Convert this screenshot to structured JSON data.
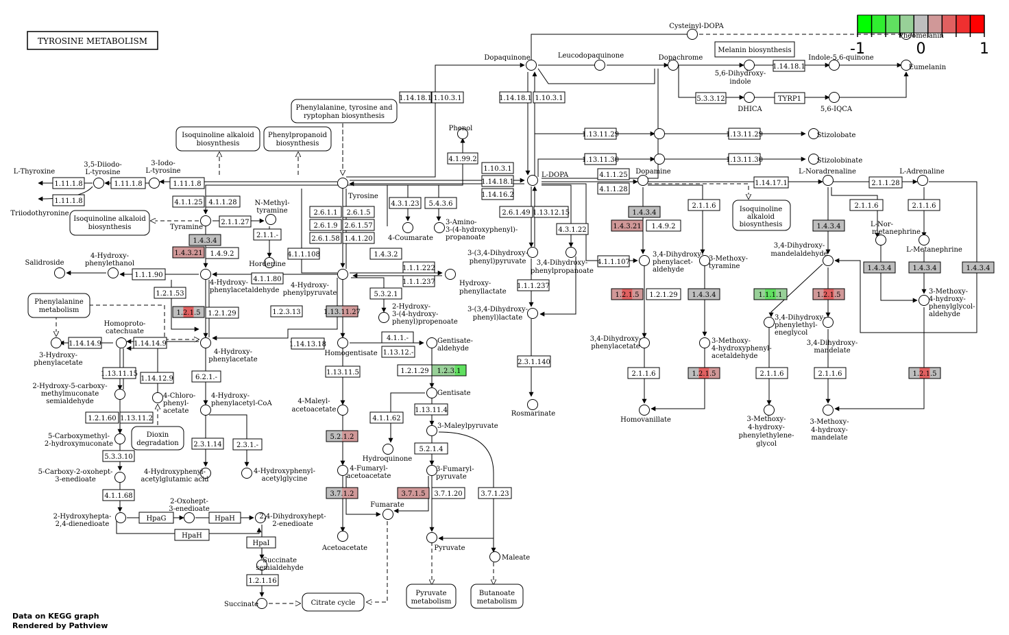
{
  "title": "TYROSINE METABOLISM",
  "footer": [
    "Data on KEGG graph",
    "Rendered by Pathview"
  ],
  "legend": {
    "labels": [
      "-1",
      "0",
      "1"
    ],
    "colors": [
      "#00ff00",
      "#30ee30",
      "#60e060",
      "#98d098",
      "#bebebe",
      "#d09898",
      "#e06060",
      "#ef3030",
      "#ff0000"
    ]
  },
  "compounds": [
    {
      "label": "Cysteinyl-DOPA"
    },
    {
      "label": "Pheomelanin"
    },
    {
      "label": "Dopaquinone"
    },
    {
      "label": "Leucodopaquinone"
    },
    {
      "label": "Dopachrome"
    },
    {
      "label": "Indole-5,6-quinone"
    },
    {
      "label": "Eumelanin"
    },
    {
      "label": "5,6-Dihydroxy-"
    },
    {
      "label": "indole"
    },
    {
      "label": "DHICA"
    },
    {
      "label": "5,6-IQCA"
    },
    {
      "label": "Phenol"
    },
    {
      "label": "Stizolobate"
    },
    {
      "label": "Stizolobinate"
    },
    {
      "label": "L-DOPA"
    },
    {
      "label": "Dopamine"
    },
    {
      "label": "L-Noradrenaline"
    },
    {
      "label": "L-Adrenaline"
    },
    {
      "label": "L-Thyroxine"
    },
    {
      "label": "3,5-Diiodo-"
    },
    {
      "label": "L-tyrosine"
    },
    {
      "label": "3-Iodo-"
    },
    {
      "label": "L-tyrosine"
    },
    {
      "label": "Tyrosine"
    },
    {
      "label": "Triiodothyronine"
    },
    {
      "label": "N-Methyl-"
    },
    {
      "label": "tyramine"
    },
    {
      "label": "Tyramine"
    },
    {
      "label": "Hordenine"
    },
    {
      "label": "4-Coumarate"
    },
    {
      "label": "3-Amino-"
    },
    {
      "label": "3-(4-hydroxyphenyl)-"
    },
    {
      "label": "propanoate"
    },
    {
      "label": "Salidroside"
    },
    {
      "label": "4-Hydroxy-"
    },
    {
      "label": "phenylethanol"
    },
    {
      "label": "4-Hydroxy-"
    },
    {
      "label": "phenylacetaldehyde"
    },
    {
      "label": "4-Hydroxy-"
    },
    {
      "label": "phenylpyruvate"
    },
    {
      "label": "Hydroxy-"
    },
    {
      "label": "phenyllactate"
    },
    {
      "label": "3-(3,4-Dihydroxy-"
    },
    {
      "label": "phenyl)pyruvate"
    },
    {
      "label": "3,4-Dihydroxy-"
    },
    {
      "label": "phenylpropanoate"
    },
    {
      "label": "3-(3,4-Dihydroxy-"
    },
    {
      "label": "phenyl)lactate"
    },
    {
      "label": "Rosmarinate"
    },
    {
      "label": "3,4-Dihydroxy-"
    },
    {
      "label": "phenylacet-"
    },
    {
      "label": "aldehyde"
    },
    {
      "label": "3-Methoxy-"
    },
    {
      "label": "tyramine"
    },
    {
      "label": "L-Nor-"
    },
    {
      "label": "metanephrine"
    },
    {
      "label": "L-Metanephrine"
    },
    {
      "label": "3,4-Dihydroxy-"
    },
    {
      "label": "mandelaldehyde"
    },
    {
      "label": "3-Methoxy-"
    },
    {
      "label": "4-hydroxy-"
    },
    {
      "label": "phenylglycol-"
    },
    {
      "label": "aldehyde"
    },
    {
      "label": "Homoproto-"
    },
    {
      "label": "catechuate"
    },
    {
      "label": "3-Hydroxy-"
    },
    {
      "label": "phenylacetate"
    },
    {
      "label": "2-Hydroxy-"
    },
    {
      "label": "3-(4-hydroxy-"
    },
    {
      "label": "phenyl)propenoate"
    },
    {
      "label": "4-Hydroxy-"
    },
    {
      "label": "phenylacetate"
    },
    {
      "label": "Homogentisate"
    },
    {
      "label": "Gentisate-"
    },
    {
      "label": "aldehyde"
    },
    {
      "label": "3,4-Dihydroxy-"
    },
    {
      "label": "phenylacetate"
    },
    {
      "label": "3-Methoxy-"
    },
    {
      "label": "4-hydroxyphenyl-"
    },
    {
      "label": "acetaldehyde"
    },
    {
      "label": "3,4-Dihydroxy-"
    },
    {
      "label": "phenylethyl-"
    },
    {
      "label": "eneglycol"
    },
    {
      "label": "3,4-Dihydroxy-"
    },
    {
      "label": "mandelate"
    },
    {
      "label": "2-Hydroxy-5-carboxy-"
    },
    {
      "label": "methylmuconate"
    },
    {
      "label": "semialdehyde"
    },
    {
      "label": "4-Chloro-"
    },
    {
      "label": "phenyl-"
    },
    {
      "label": "acetate"
    },
    {
      "label": "4-Hydroxy-"
    },
    {
      "label": "phenylacetyl-CoA"
    },
    {
      "label": "4-Maleyl-"
    },
    {
      "label": "acetoacetate"
    },
    {
      "label": "Gentisate"
    },
    {
      "label": "Homovanillate"
    },
    {
      "label": "3-Methoxy-"
    },
    {
      "label": "4-hydroxy-"
    },
    {
      "label": "phenylethylene-"
    },
    {
      "label": "glycol"
    },
    {
      "label": "3-Methoxy-"
    },
    {
      "label": "4-hydroxy-"
    },
    {
      "label": "mandelate"
    },
    {
      "label": "5-Carboxymethyl-"
    },
    {
      "label": "2-hydroxymuconate"
    },
    {
      "label": "3-Maleylpyruvate"
    },
    {
      "label": "Hydroquinone"
    },
    {
      "label": "5-Carboxy-2-oxohept-"
    },
    {
      "label": "3-enedioate"
    },
    {
      "label": "4-Hydroxyphenyl-"
    },
    {
      "label": "acetylglutamic acid"
    },
    {
      "label": "4-Hydroxyphenyl-"
    },
    {
      "label": "acetylglycine"
    },
    {
      "label": "4-Fumaryl-"
    },
    {
      "label": "acetoacetate"
    },
    {
      "label": "3-Fumaryl-"
    },
    {
      "label": "pyruvate"
    },
    {
      "label": "2-Oxohept-"
    },
    {
      "label": "3-enedioate"
    },
    {
      "label": "2-Hydroxyhepta-"
    },
    {
      "label": "2,4-dienedioate"
    },
    {
      "label": "2,4-Dihydroxyhept-"
    },
    {
      "label": "2-enedioate"
    },
    {
      "label": "Fumarate"
    },
    {
      "label": "Acetoacetate"
    },
    {
      "label": "Pyruvate"
    },
    {
      "label": "Maleate"
    },
    {
      "label": "Succinate"
    },
    {
      "label": "semialdehyde"
    },
    {
      "label": "Succinate"
    }
  ],
  "enzymes": [
    "1.14.18.1",
    "1.10.3.1",
    "1.14.18.1",
    "1.10.3.1",
    "1.14.18.1",
    "5.3.3.12",
    "TYRP1",
    "1.13.11.29",
    "1.13.11.29",
    "1.13.11.30",
    "1.13.11.30",
    "4.1.99.2",
    "1.10.3.1",
    "1.14.18.1",
    "1.14.16.2",
    "4.1.1.25",
    "4.1.1.28",
    "1.14.17.1",
    "2.1.1.28",
    "1.11.1.8",
    "1.11.1.8",
    "1.11.1.8",
    "1.11.1.8",
    "4.1.1.25",
    "4.1.1.28",
    "2.1.1.27",
    "2.1.1.-",
    "1.4.9.2",
    "2.6.1.1",
    "2.6.1.5",
    "2.6.1.9",
    "2.6.1.57",
    "2.6.1.58",
    "1.4.1.20",
    "4.3.1.23",
    "5.4.3.6",
    "2.6.1.49",
    "1.13.12.15",
    "4.3.1.22",
    "4.1.1.108",
    "1.4.3.2",
    "1.1.1.90",
    "4.1.1.80",
    "1.1.1.222",
    "1.1.1.237",
    "1.1.1.237",
    "4.1.1.107",
    "1.4.9.2",
    "2.1.1.6",
    "2.1.1.6",
    "1.2.1.53",
    "1.2.1.29",
    "1.2.3.13",
    "5.3.2.1",
    "1.2.1.29",
    "1.14.14.9",
    "1.14.14.9",
    "1.14.13.18",
    "4.1.1.-",
    "1.13.12.-",
    "2.3.1.140",
    "1.13.11.5",
    "6.2.1.-",
    "1.14.12.9",
    "1.13.11.15",
    "1.2.1.29",
    "2.1.1.6",
    "2.1.1.6",
    "2.1.1.6",
    "2.1.1.6",
    "1.2.1.60",
    "1.13.11.2",
    "1.13.11.4",
    "4.1.1.62",
    "5.3.3.10",
    "2.3.1.14",
    "2.3.1.-",
    "5.2.1.4",
    "4.1.1.68",
    "3.7.1.20",
    "3.7.1.23",
    "HpaG",
    "HpaH",
    "HpaH",
    "HpaI",
    "1.2.1.16"
  ],
  "colored_enzymes": [
    {
      "label": "1.4.3.4",
      "colors": [
        "#bebebe"
      ]
    },
    {
      "label": "1.4.3.21",
      "colors": [
        "#d09898",
        "#d09898"
      ]
    },
    {
      "label": "1.2.1.5",
      "colors": [
        "#bebebe",
        "#e06060",
        "#bebebe"
      ]
    },
    {
      "label": "1.13.11.27",
      "colors": [
        "#bebebe",
        "#d09898"
      ]
    },
    {
      "label": "1.4.3.4",
      "colors": [
        "#bebebe"
      ]
    },
    {
      "label": "1.4.3.21",
      "colors": [
        "#d09898",
        "#d09898"
      ]
    },
    {
      "label": "1.2.1.5",
      "colors": [
        "#d09898",
        "#e06060",
        "#d09898"
      ]
    },
    {
      "label": "1.4.3.4",
      "colors": [
        "#bebebe"
      ]
    },
    {
      "label": "1.2.1.5",
      "colors": [
        "#bebebe",
        "#e06060",
        "#d09898"
      ]
    },
    {
      "label": "1.4.3.4",
      "colors": [
        "#bebebe"
      ]
    },
    {
      "label": "1.1.1.1",
      "colors": [
        "#98d098",
        "#60e060",
        "#98d098"
      ]
    },
    {
      "label": "1.2.1.5",
      "colors": [
        "#d09898",
        "#e06060",
        "#d09898"
      ]
    },
    {
      "label": "1.4.3.4",
      "colors": [
        "#bebebe"
      ]
    },
    {
      "label": "1.4.3.4",
      "colors": [
        "#bebebe"
      ]
    },
    {
      "label": "1.4.3.4",
      "colors": [
        "#bebebe"
      ]
    },
    {
      "label": "1.2.1.5",
      "colors": [
        "#bebebe",
        "#e06060",
        "#bebebe"
      ]
    },
    {
      "label": "1.2.3.1",
      "colors": [
        "#98d098",
        "#98d098",
        "#60e060"
      ]
    },
    {
      "label": "5.2.1.2",
      "colors": [
        "#bebebe",
        "#d09898"
      ]
    },
    {
      "label": "3.7.1.2",
      "colors": [
        "#bebebe",
        "#d09898"
      ]
    },
    {
      "label": "3.7.1.5",
      "colors": [
        "#d09898"
      ]
    }
  ],
  "maps": [
    "Melanin biosynthesis",
    "Phenylalanine, tyrosine and",
    "ryptophan biosynthesis",
    "Isoquinoline alkaloid",
    "biosynthesis",
    "Phenylpropanoid",
    "biosynthesis",
    "Isoquinoline alkaloid",
    "biosynthesis",
    "Isoquinoline",
    "alkaloid",
    "biosynthesis",
    "Phenylalanine",
    "metabolism",
    "Dioxin",
    "degradation",
    "Citrate cycle",
    "Pyruvate",
    "metabolism",
    "Butanoate",
    "metabolism"
  ]
}
